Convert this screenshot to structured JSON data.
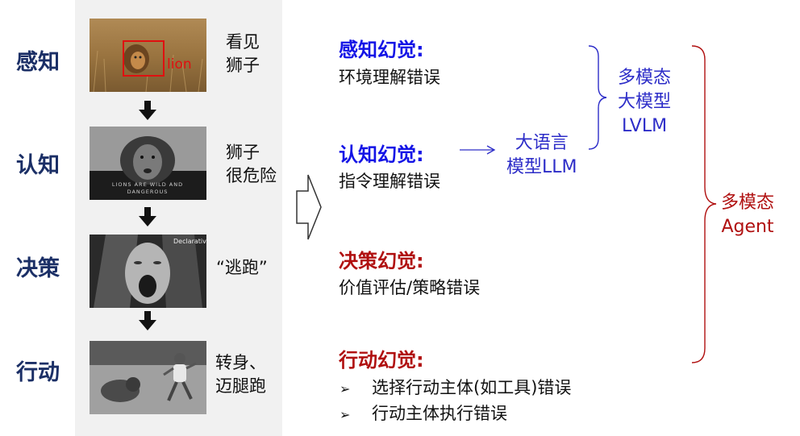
{
  "stages": [
    {
      "label": "感知",
      "desc_lines": [
        "看见",
        "狮子"
      ],
      "image_overlay_text": "lion"
    },
    {
      "label": "认知",
      "desc_lines": [
        "狮子",
        "很危险"
      ],
      "image_overlay_text": "LIONS ARE WILD AND DANGEROUS"
    },
    {
      "label": "决策",
      "desc_lines": [
        "“逃跑”"
      ],
      "image_overlay_text": "Declarative"
    },
    {
      "label": "行动",
      "desc_lines": [
        "转身、",
        "迈腿跑"
      ]
    }
  ],
  "hallucinations": {
    "perception": {
      "title": "感知幻觉:",
      "desc": "环境理解错误"
    },
    "cognition": {
      "title": "认知幻觉:",
      "desc": "指令理解错误"
    },
    "decision": {
      "title": "决策幻觉:",
      "desc": "价值评估/策略错误"
    },
    "action": {
      "title": "行动幻觉:",
      "bullets": [
        "选择行动主体(如工具)错误",
        "行动主体执行错误"
      ]
    }
  },
  "annotations": {
    "llm": [
      "大语言",
      "模型LLM"
    ],
    "lvlm": [
      "多模态",
      "大模型",
      "LVLM"
    ],
    "agent": [
      "多模态",
      "Agent"
    ]
  },
  "bullet_mark": "➢",
  "colors": {
    "stage_label": "#1b2f66",
    "blue_title": "#1414e6",
    "red_title": "#b01010",
    "blue_note": "#2d2dc8",
    "red_brace": "#b01010"
  }
}
